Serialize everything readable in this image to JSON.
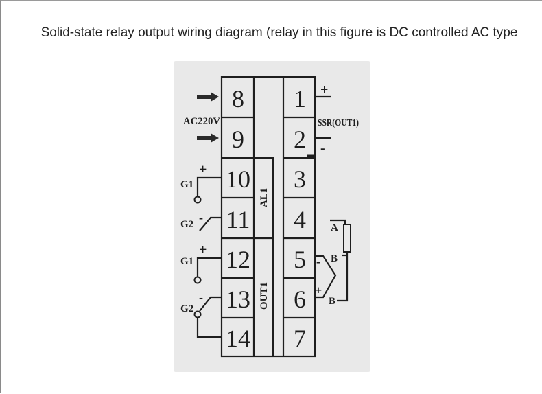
{
  "caption": "Solid-state relay output wiring diagram (relay in this figure is DC controlled AC type",
  "diagram": {
    "left_terminals": [
      "8",
      "9",
      "10",
      "11",
      "12",
      "13",
      "14"
    ],
    "right_terminals": [
      "1",
      "2",
      "3",
      "4",
      "5",
      "6",
      "7"
    ],
    "module_labels": {
      "alarm": "AL1",
      "output": "OUT1"
    },
    "power_label": "AC220V",
    "ssr_label": "SSR(OUT1)",
    "ssr_plus": "+",
    "ssr_minus": "-",
    "left_contacts": [
      {
        "name": "G1",
        "sign": "+"
      },
      {
        "name": "G2",
        "sign": "-"
      },
      {
        "name": "G1",
        "sign": "+"
      },
      {
        "name": "G2",
        "sign": "-"
      }
    ],
    "sensor": {
      "A": "A",
      "B1": "B",
      "B2": "B",
      "minus": "-",
      "plus": "+"
    }
  }
}
